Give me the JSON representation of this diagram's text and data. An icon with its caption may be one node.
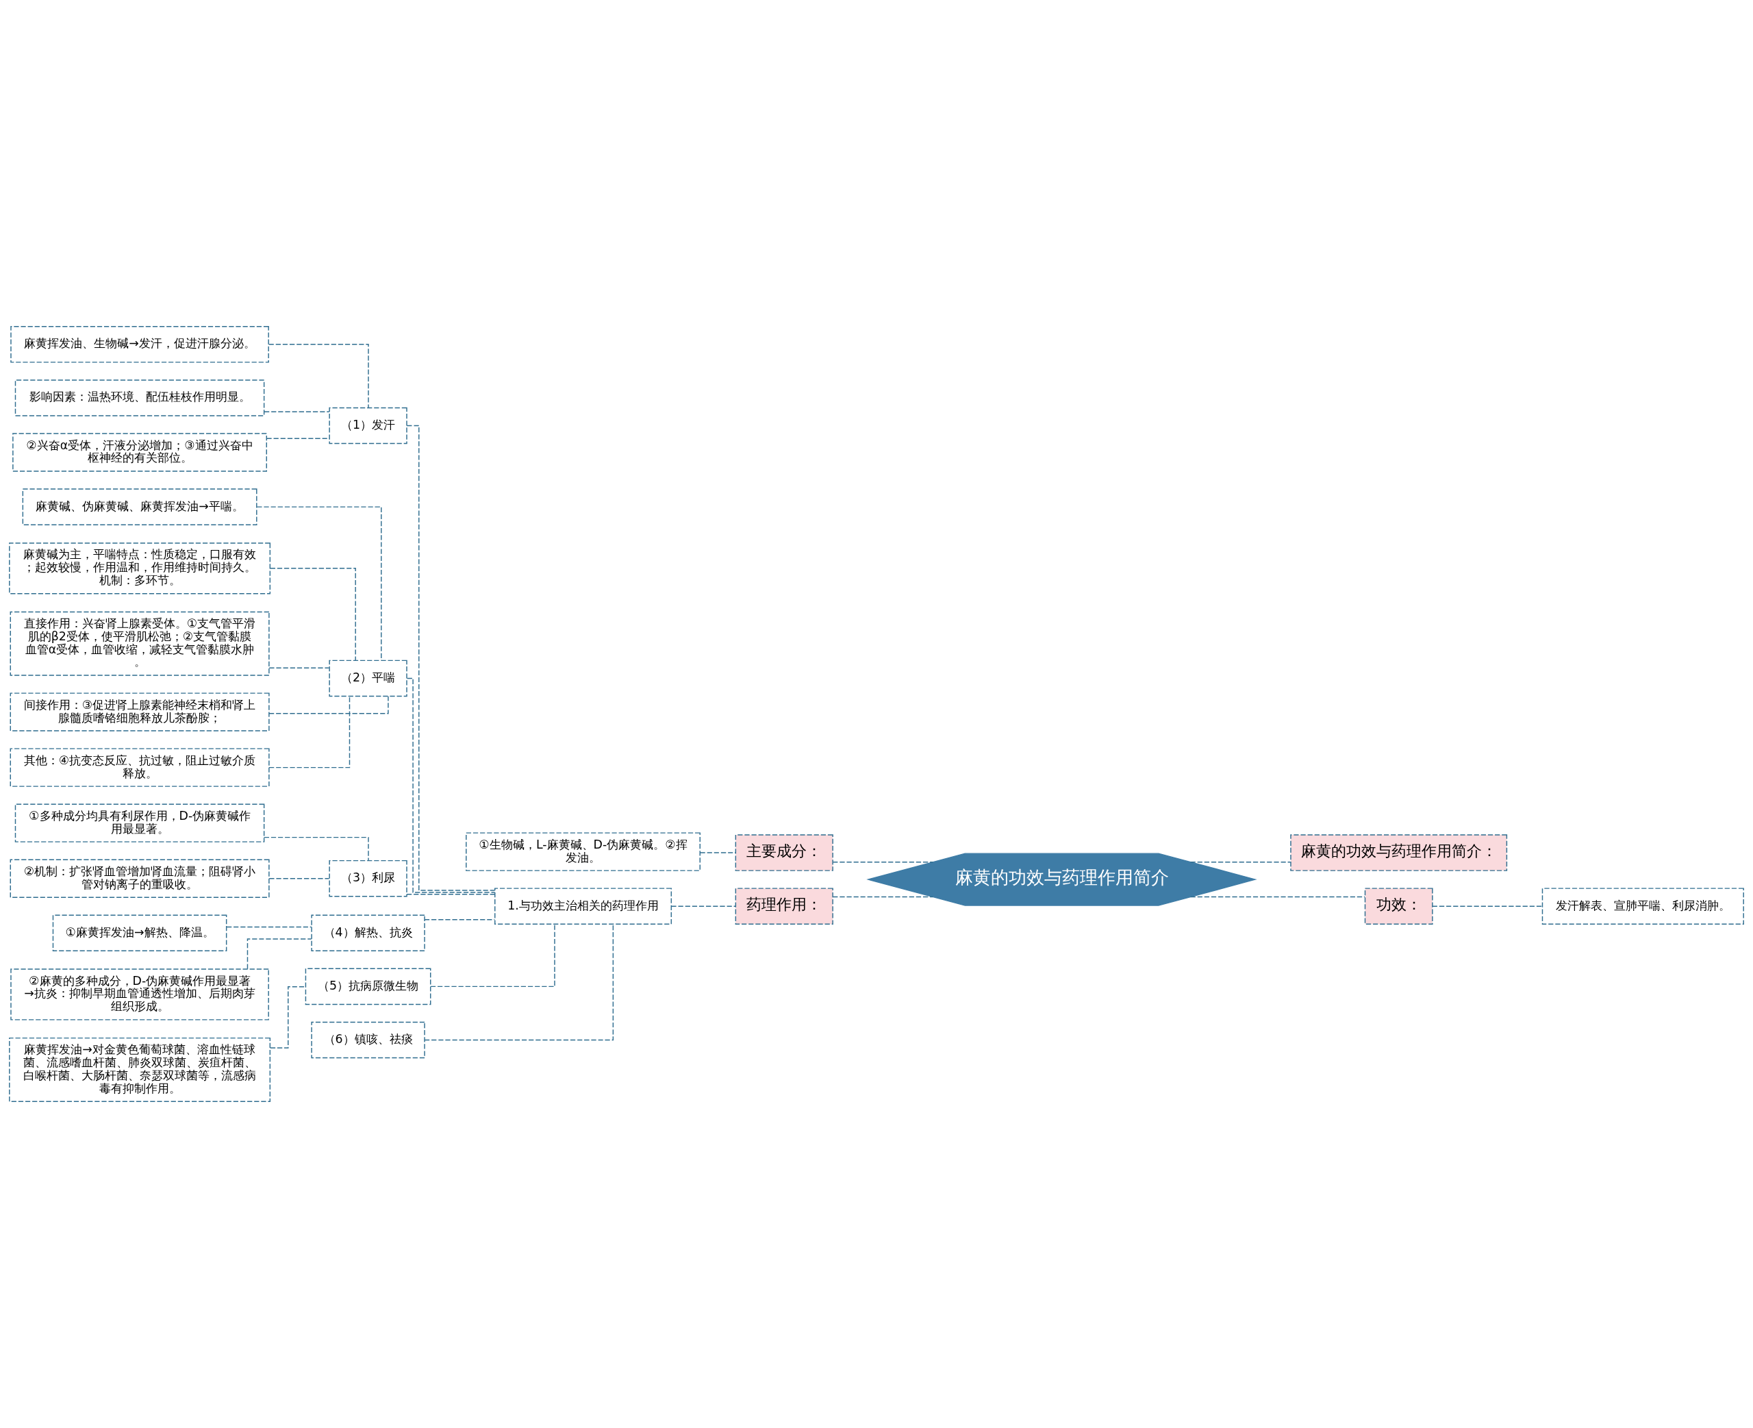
{
  "diagram": {
    "nodes": [
      {
        "text": [
          "麻黄的功效与药理作用简介"
        ]
      },
      {
        "text": [
          "麻黄的功效与药理作用简介："
        ]
      },
      {
        "text": [
          "功效："
        ]
      },
      {
        "text": [
          "发汗解表、宣肺平喘、利尿消肿。"
        ]
      },
      {
        "text": [
          "主要成分："
        ]
      },
      {
        "text": [
          "①生物碱，L-麻黄碱、D-伪麻黄碱。②挥发油。"
        ]
      },
      {
        "text": [
          "药理作用："
        ]
      },
      {
        "text": [
          "1.与功效主治相关的药理作用"
        ]
      },
      {
        "text": [
          "（1）发汗"
        ]
      },
      {
        "text": [
          "麻黄挥发油、生物碱→发汗，促进汗腺分泌。"
        ]
      },
      {
        "text": [
          "影响因素：温热环境、配伍桂枝作用明显。"
        ]
      },
      {
        "text": [
          "②兴奋α受体，汗液分泌增加；③通过兴奋中枢神经的有关部位。"
        ]
      },
      {
        "text": [
          "（2）平喘"
        ]
      },
      {
        "text": [
          "麻黄碱、伪麻黄碱、麻黄挥发油→平喘。"
        ]
      },
      {
        "text": [
          "麻黄碱为主，平喘特点：性质稳定，口服有效；起效较慢，作用温和，作用维持时间持久。机制：多环节。"
        ]
      },
      {
        "text": [
          "直接作用：兴奋肾上腺素受体。①支气管平滑肌的β2受体，使平滑肌松弛；②支气管黏膜血管α受体，血管收缩，减轻支气管黏膜水肿。"
        ]
      },
      {
        "text": [
          "间接作用：③促进肾上腺素能神经末梢和肾上腺髓质嗜铬细胞释放儿茶酚胺；"
        ]
      },
      {
        "text": [
          "其他：④抗变态反应、抗过敏，阻止过敏介质释放。"
        ]
      },
      {
        "text": [
          "（3）利尿"
        ]
      },
      {
        "text": [
          "①多种成分均具有利尿作用，D-伪麻黄碱作用最显著。"
        ]
      },
      {
        "text": [
          "②机制：扩张肾血管增加肾血流量；阻碍肾小管对钠离子的重吸收。"
        ]
      },
      {
        "text": [
          "（4）解热、抗炎"
        ]
      },
      {
        "text": [
          "①麻黄挥发油→解热、降温。"
        ]
      },
      {
        "text": [
          "②麻黄的多种成分，D-伪麻黄碱作用最显著→抗炎：抑制早期血管通透性增加、后期肉芽组织形成。"
        ]
      },
      {
        "text": [
          "（5）抗病原微生物"
        ]
      },
      {
        "text": [
          "麻黄挥发油→对金黄色葡萄球菌、溶血性链球菌、流感嗜血杆菌、肺炎双球菌、炭疽杆菌、白喉杆菌、大肠杆菌、奈瑟双球菌等，流感病毒有抑制作用。"
        ]
      },
      {
        "text": [
          "（6）镇咳、祛痰"
        ]
      }
    ],
    "edges": [
      {
        "from": 0,
        "to": 1,
        "arrow": "none",
        "style": "dashed"
      },
      {
        "from": 0,
        "to": 2,
        "arrow": "none",
        "style": "dashed"
      },
      {
        "from": 2,
        "to": 3,
        "arrow": "none",
        "style": "dashed"
      },
      {
        "from": 0,
        "to": 4,
        "arrow": "none",
        "style": "dashed"
      },
      {
        "from": 4,
        "to": 5,
        "arrow": "none",
        "style": "dashed"
      },
      {
        "from": 0,
        "to": 6,
        "arrow": "none",
        "style": "dashed"
      },
      {
        "from": 6,
        "to": 7,
        "arrow": "none",
        "style": "dashed"
      },
      {
        "from": 7,
        "to": 8,
        "arrow": "none",
        "style": "dashed"
      },
      {
        "from": 8,
        "to": 9,
        "arrow": "none",
        "style": "dashed"
      },
      {
        "from": 8,
        "to": 10,
        "arrow": "none",
        "style": "dashed"
      },
      {
        "from": 8,
        "to": 11,
        "arrow": "none",
        "style": "dashed"
      },
      {
        "from": 7,
        "to": 12,
        "arrow": "none",
        "style": "dashed"
      },
      {
        "from": 12,
        "to": 13,
        "arrow": "none",
        "style": "dashed"
      },
      {
        "from": 12,
        "to": 14,
        "arrow": "none",
        "style": "dashed"
      },
      {
        "from": 12,
        "to": 15,
        "arrow": "none",
        "style": "dashed"
      },
      {
        "from": 12,
        "to": 16,
        "arrow": "none",
        "style": "dashed"
      },
      {
        "from": 12,
        "to": 17,
        "arrow": "none",
        "style": "dashed"
      },
      {
        "from": 7,
        "to": 18,
        "arrow": "none",
        "style": "dashed"
      },
      {
        "from": 18,
        "to": 19,
        "arrow": "none",
        "style": "dashed"
      },
      {
        "from": 18,
        "to": 20,
        "arrow": "none",
        "style": "dashed"
      },
      {
        "from": 7,
        "to": 21,
        "arrow": "none",
        "style": "dashed"
      },
      {
        "from": 21,
        "to": 22,
        "arrow": "none",
        "style": "dashed"
      },
      {
        "from": 21,
        "to": 23,
        "arrow": "none",
        "style": "dashed"
      },
      {
        "from": 7,
        "to": 24,
        "arrow": "none",
        "style": "dashed"
      },
      {
        "from": 24,
        "to": 25,
        "arrow": "none",
        "style": "dashed"
      },
      {
        "from": 7,
        "to": 26,
        "arrow": "none",
        "style": "dashed"
      }
    ]
  }
}
